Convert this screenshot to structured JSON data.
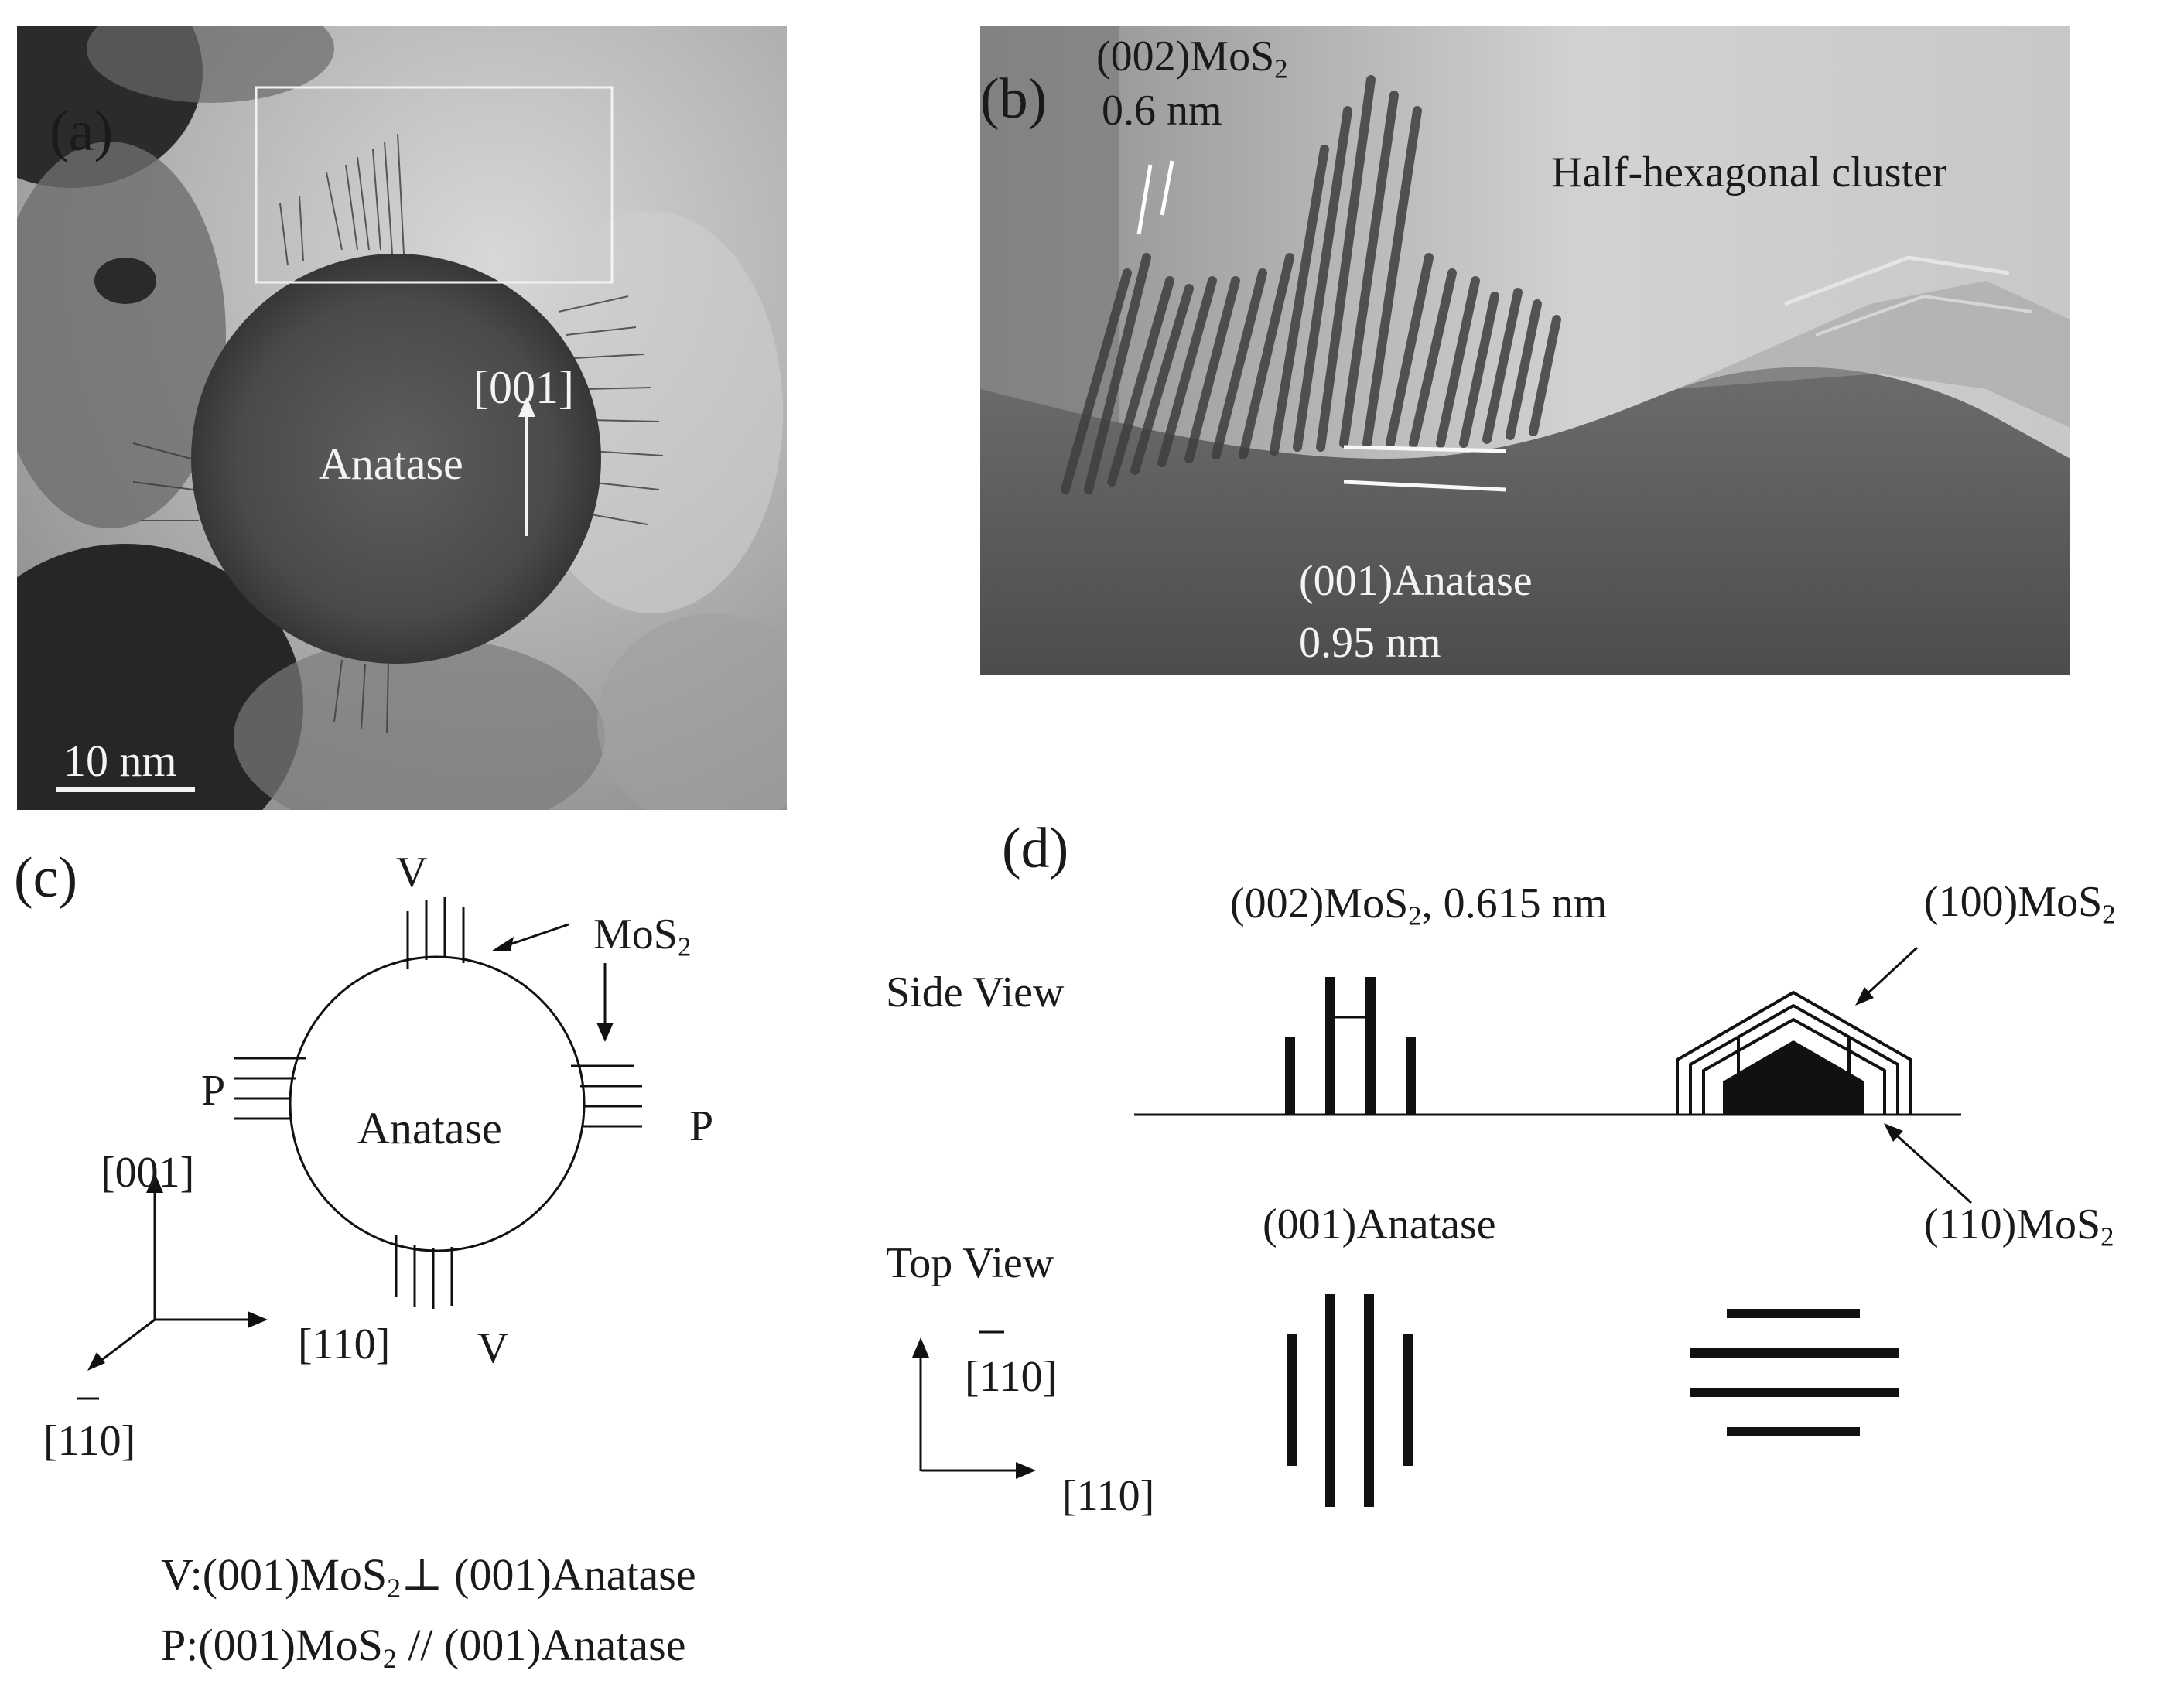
{
  "panel_a": {
    "label": "(a)",
    "direction": "[001]",
    "particle": "Anatase",
    "scale_bar": "10 nm"
  },
  "panel_b": {
    "label": "(b)",
    "mos2_plane": "(002)MoS",
    "mos2_sub": "2",
    "mos2_spacing": "0.6 nm",
    "cluster": "Half-hexagonal cluster",
    "anatase_plane": "(001)Anatase",
    "anatase_spacing": "0.95  nm"
  },
  "panel_c": {
    "label": "(c)",
    "v_top": "V",
    "v_bottom": "V",
    "p_left": "P",
    "p_right": "P",
    "mos2": "MoS",
    "mos2_sub": "2",
    "anatase": "Anatase",
    "axis_001": "[001]",
    "axis_110": "[110]",
    "axis_1bar10": "[110]",
    "legend_v_pre": "V:(001)MoS",
    "legend_v_sub": "2",
    "legend_v_post": "⊥  (001)Anatase",
    "legend_p_pre": "P:(001)MoS",
    "legend_p_sub": "2",
    "legend_p_post": " // (001)Anatase"
  },
  "panel_d": {
    "label": "(d)",
    "side_view": "Side View",
    "top_view": "Top View",
    "mos2_002_pre": "(002)MoS",
    "mos2_002_sub": "2",
    "mos2_002_post": ", 0.615 nm",
    "mos2_100_pre": "(100)MoS",
    "mos2_100_sub": "2",
    "mos2_110_pre": "(110)MoS",
    "mos2_110_sub": "2",
    "anatase_001": "(001)Anatase",
    "axis_1bar10": "[110]",
    "axis_110": "[110]"
  }
}
